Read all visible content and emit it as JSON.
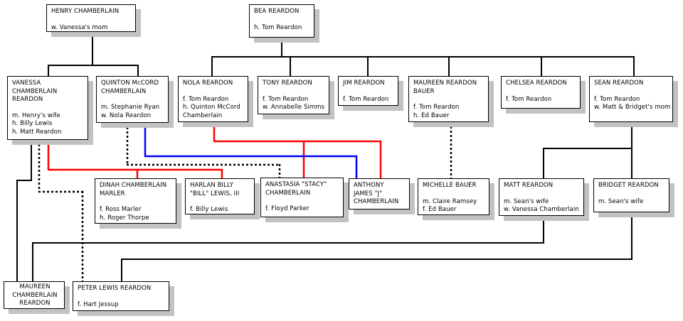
{
  "people": {
    "henry": {
      "name": "HENRY CHAMBERLAIN",
      "details": [
        "w. Vanessa's mom"
      ]
    },
    "bea": {
      "name": "BEA REARDON",
      "details": [
        "h. Tom Reardon"
      ]
    },
    "vanessa": {
      "name": "VANESSA\nCHAMBERLAIN\nREARDON",
      "details": [
        "m. Henry's wife",
        "h. Billy Lewis",
        "h. Matt Reardon"
      ]
    },
    "quinton": {
      "name": "QUINTON McCORD\nCHAMBERLAIN",
      "details": [
        "m. Stephanie Ryan",
        "w. Nola Reardon"
      ]
    },
    "nola": {
      "name": "NOLA REARDON",
      "details": [
        "f. Tom Reardon",
        "h. Quinton McCord",
        "Chamberlain"
      ]
    },
    "tony": {
      "name": "TONY REARDON",
      "details": [
        "f. Tom Reardon",
        "w. Annabelle Simms"
      ]
    },
    "jim": {
      "name": "JIM REARDON",
      "details": [
        "f. Tom Reardon"
      ]
    },
    "maureenb": {
      "name": "MAUREEN REARDON\nBAUER",
      "details": [
        "f. Tom Reardon",
        "h. Ed Bauer"
      ]
    },
    "chelsea": {
      "name": "CHELSEA REARDON",
      "details": [
        "f. Tom Reardon"
      ]
    },
    "sean": {
      "name": "SEAN REARDON",
      "details": [
        "f. Tom Reardon",
        "w. Matt & Bridget's mom"
      ]
    },
    "dinah": {
      "name": "DINAH CHAMBERLAIN\nMARLER",
      "details": [
        "f. Ross Marler",
        "h. Roger Thorpe"
      ]
    },
    "harlan": {
      "name": "HARLAN BILLY\n\"BILL\" LEWIS, III",
      "details": [
        "f. Billy Lewis"
      ]
    },
    "anastasia": {
      "name": "ANASTASIA \"STACY\"\nCHAMBERLAIN",
      "details": [
        "f. Floyd Parker"
      ]
    },
    "anthony": {
      "name": "ANTHONY\nJAMES \"J\"\nCHAMBERLAIN",
      "details": []
    },
    "michelle": {
      "name": "MICHELLE BAUER",
      "details": [
        "m. Claire Ramsey",
        "f. Ed Bauer"
      ]
    },
    "matt": {
      "name": "MATT REARDON",
      "details": [
        "m. Sean's wife",
        "w. Vanessa Chamberlain"
      ]
    },
    "bridget": {
      "name": "BRIDGET REARDON",
      "details": [
        "m. Sean's wife"
      ]
    },
    "maureenc": {
      "name": "MAUREEN\nCHAMBERLAIN\nREARDON",
      "details": []
    },
    "peter": {
      "name": "PETER LEWIS REARDON",
      "details": [
        "f. Hart Jessup"
      ]
    }
  },
  "colors": {
    "line": "#000000",
    "red": "#ff0000",
    "blue": "#0000ff",
    "shadow": "#c2c2c2"
  }
}
